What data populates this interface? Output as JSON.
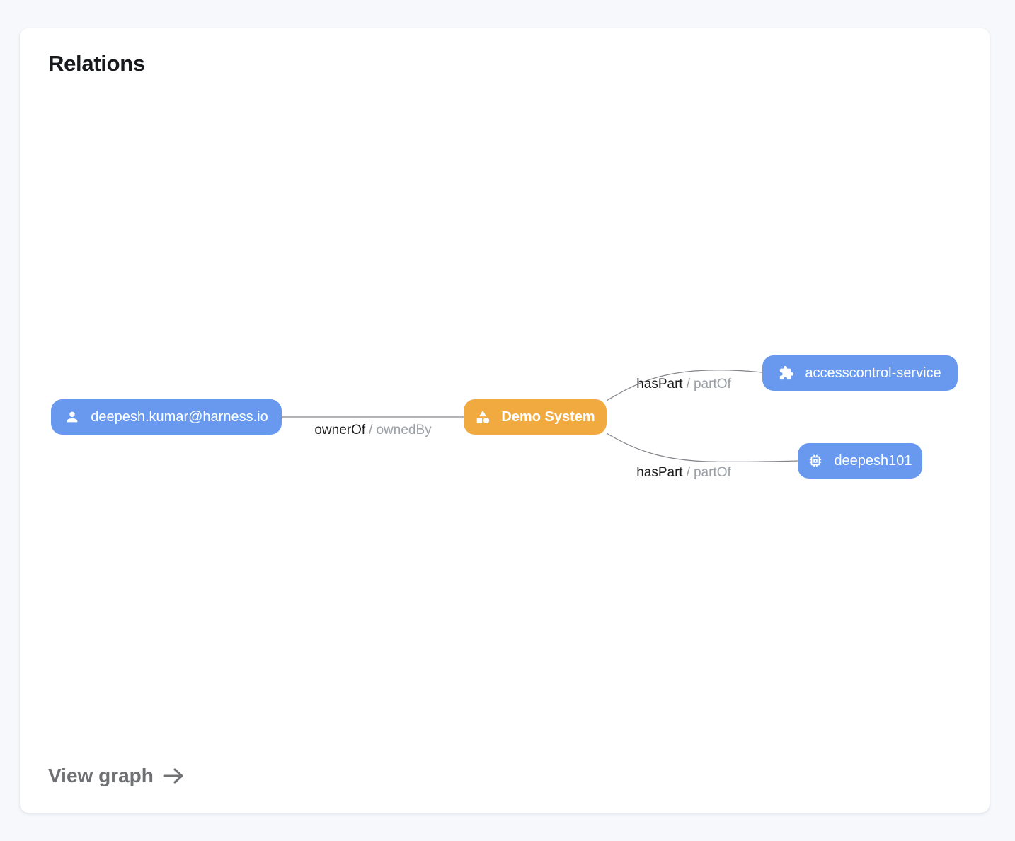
{
  "page": {
    "background": "#F6F8FC"
  },
  "card": {
    "title": "Relations",
    "view_graph_label": "View graph",
    "view_graph_icon": "arrow-right-icon"
  },
  "graph": {
    "edge_color": "#6E7075",
    "label_primary_color": "#1C1C1E",
    "label_secondary_color": "#9A9FA5",
    "nodes": [
      {
        "id": "owner-user",
        "label": "deepesh.kumar@harness.io",
        "icon": "person-icon",
        "color": "#6899EE",
        "text_color": "#FFFFFF",
        "emphasis": false
      },
      {
        "id": "demo-system",
        "label": "Demo System",
        "icon": "category-icon",
        "color": "#F0AA40",
        "text_color": "#FFFFFF",
        "emphasis": true
      },
      {
        "id": "accesscontrol-service",
        "label": "accesscontrol-service",
        "icon": "extension-icon",
        "color": "#6899EE",
        "text_color": "#FFFFFF",
        "emphasis": false
      },
      {
        "id": "deepesh101",
        "label": "deepesh101",
        "icon": "memory-icon",
        "color": "#6899EE",
        "text_color": "#FFFFFF",
        "emphasis": false
      }
    ],
    "edges": [
      {
        "from": "deepesh.kumar@harness.io",
        "to": "Demo System",
        "label_from": "ownerOf",
        "label_sep": "/",
        "label_to": "ownedBy"
      },
      {
        "from": "Demo System",
        "to": "accesscontrol-service",
        "label_from": "hasPart",
        "label_sep": "/",
        "label_to": "partOf"
      },
      {
        "from": "Demo System",
        "to": "deepesh101",
        "label_from": "hasPart",
        "label_sep": "/",
        "label_to": "partOf"
      }
    ]
  }
}
